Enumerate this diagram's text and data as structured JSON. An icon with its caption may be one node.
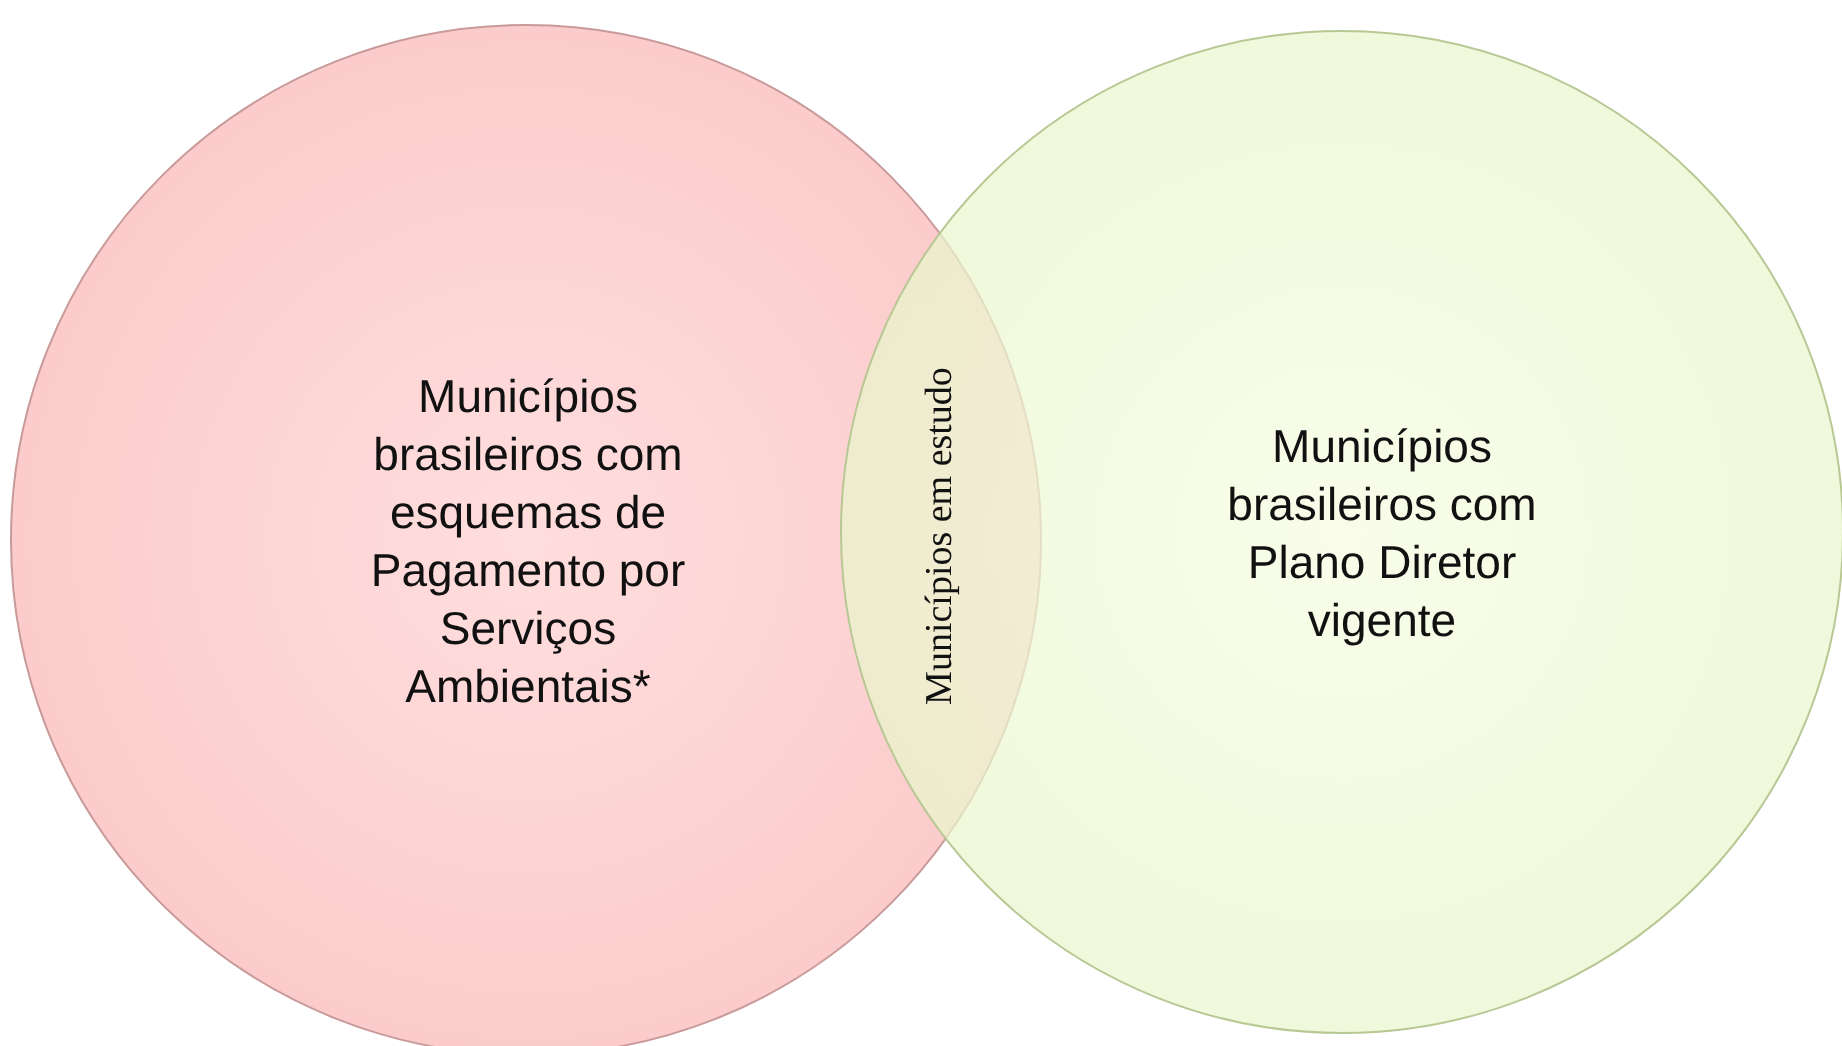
{
  "diagram": {
    "nodes": [
      {
        "text": [
          "Municípios brasileiros com esquemas de Pagamento por Serviços Ambientais*"
        ]
      },
      {
        "text": [
          "Municípios brasileiros com Plano Diretor vigente"
        ]
      },
      {
        "text": [
          "Municípios em estudo"
        ]
      }
    ]
  }
}
